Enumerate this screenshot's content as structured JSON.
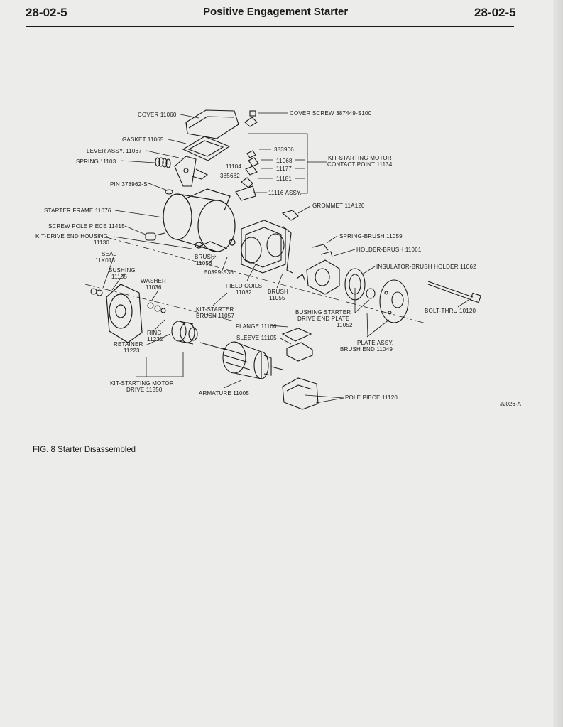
{
  "header": {
    "page_left": "28-02-5",
    "title": "Positive Engagement Starter",
    "page_right": "28-02-5"
  },
  "figure": {
    "caption": "FIG. 8 Starter Disassembled",
    "code": "J2026-A"
  },
  "labels": {
    "cover": "COVER 11060",
    "cover_screw": "COVER SCREW 387449-S100",
    "gasket": "GASKET 11065",
    "lever": "LEVER ASSY. 11067",
    "spring": "SPRING 11103",
    "n383906": "383906",
    "n11068": "11068",
    "n11104": "11104",
    "n11177": "11177",
    "n385682": "385682",
    "n11181": "11181",
    "n11116": "11116 ASSY.",
    "kit_contact": "KIT-STARTING MOTOR",
    "kit_contact2": "CONTACT POINT 11134",
    "pin": "PIN 378962-S",
    "grommet": "GROMMET 11A120",
    "starter_frame": "STARTER FRAME 11076",
    "screw_pole": "SCREW POLE PIECE 11415",
    "kit_drive_housing": "KIT-DRIVE END HOUSING",
    "kit_drive_housing2": "11130",
    "spring_brush": "SPRING-BRUSH 11059",
    "holder_brush": "HOLDER-BRUSH 11061",
    "insulator": "INSULATOR-BRUSH HOLDER 11062",
    "seal": "SEAL",
    "seal2": "11K013",
    "bushing": "BUSHING",
    "bushing2": "11135",
    "washer": "WASHER",
    "washer2": "11036",
    "brush1": "BRUSH",
    "brush1b": "11056",
    "n50399": "50399-S36",
    "field_coils": "FIELD COILS",
    "field_coils2": "11082",
    "brush2": "BRUSH",
    "brush2b": "11055",
    "kit_brush": "KIT-STARTER",
    "kit_brush2": "BRUSH 11057",
    "bushing_starter": "BUSHING STARTER",
    "bushing_starter2": "DRIVE END PLATE",
    "bushing_starter3": "11052",
    "bolt": "BOLT-THRU 10120",
    "flange": "FLANGE 11106",
    "sleeve": "SLEEVE 11105",
    "ring": "RING",
    "ring2": "11222",
    "retainer": "RETAINER",
    "retainer2": "11223",
    "plate": "PLATE ASSY.",
    "plate2": "BRUSH END 11049",
    "kit_drive": "KIT-STARTING MOTOR",
    "kit_drive2": "DRIVE 11350",
    "armature": "ARMATURE 11005",
    "pole_piece": "POLE PIECE 11120"
  }
}
